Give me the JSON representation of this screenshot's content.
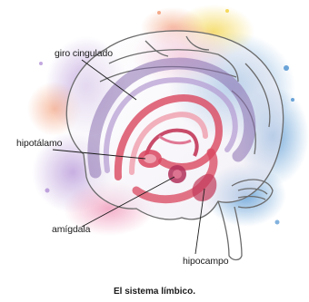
{
  "labels": {
    "giro_cingulado": "giro cingulado",
    "hipotalamo": "hipotálamo",
    "amigdala": "amígdala",
    "hipocampo": "hipocampo"
  },
  "caption": "El sistema límbico.",
  "colors": {
    "brain_outline": "#6b6b6b",
    "limbic_pink": "#d9475f",
    "limbic_light": "#f0a7b5",
    "cingulate_purple": "#8a6fb0",
    "splash_blue": "#2f7fc8",
    "splash_purple": "#9b6fc9",
    "splash_yellow": "#f2d13a",
    "splash_orange": "#f08a5d"
  }
}
